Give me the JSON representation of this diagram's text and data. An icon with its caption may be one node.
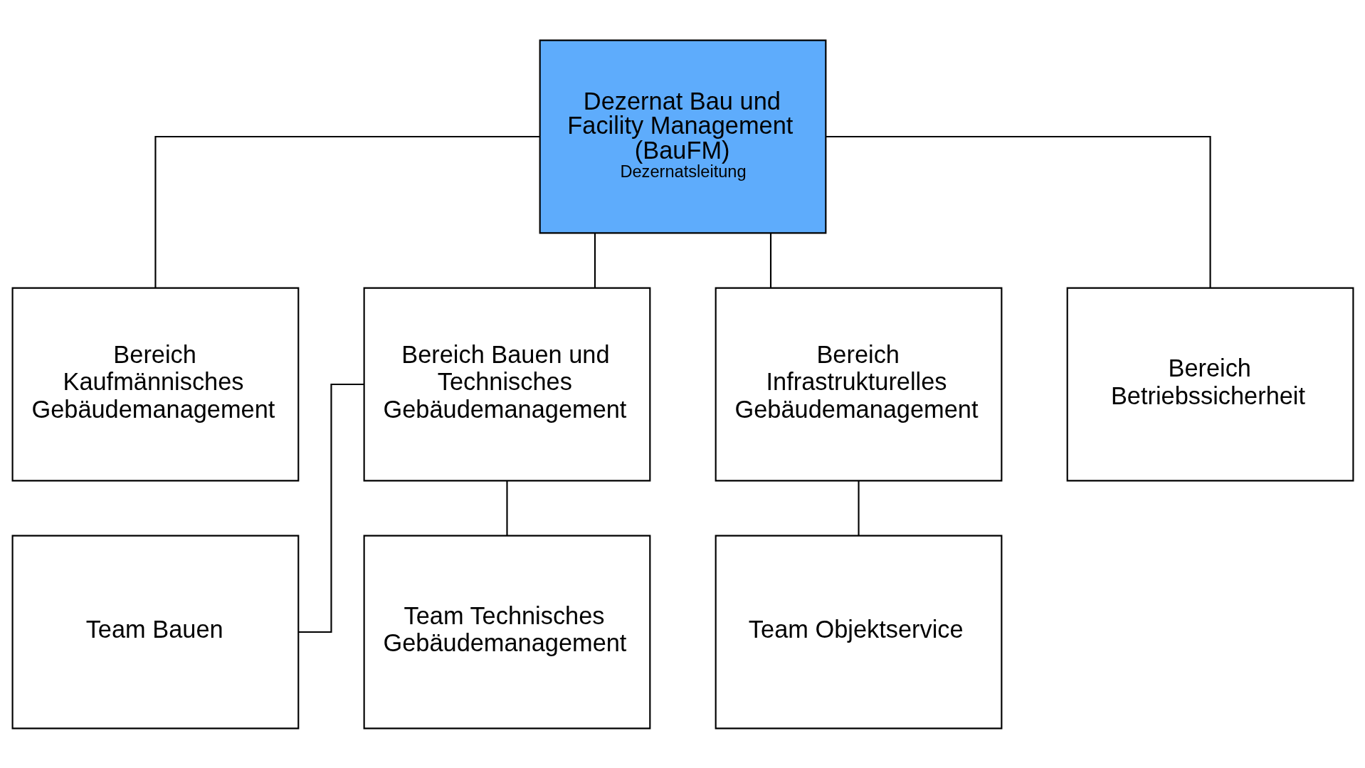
{
  "diagram": {
    "nodes": [
      {
        "text": [
          "Dezernat Bau und Facility Management (BauFM)",
          "Dezernatsleitung"
        ]
      },
      {
        "text": [
          "Bereich Kaufmännisches Gebäudemanagement"
        ]
      },
      {
        "text": [
          "Bereich Bauen und Technisches Gebäudemanagement"
        ]
      },
      {
        "text": [
          "Bereich Infrastrukturelles Gebäudemanagement"
        ]
      },
      {
        "text": [
          "Bereich Betriebssicherheit"
        ]
      },
      {
        "text": [
          "Team Bauen"
        ]
      },
      {
        "text": [
          "Team Technisches Gebäudemanagement"
        ]
      },
      {
        "text": [
          "Team Objektservice"
        ]
      }
    ],
    "edges": [
      {
        "from": 0,
        "to": 1,
        "arrow": "none"
      },
      {
        "from": 0,
        "to": 2,
        "arrow": "none"
      },
      {
        "from": 0,
        "to": 3,
        "arrow": "none"
      },
      {
        "from": 0,
        "to": 4,
        "arrow": "none"
      },
      {
        "from": 2,
        "to": 5,
        "arrow": "none"
      },
      {
        "from": 2,
        "to": 6,
        "arrow": "none"
      },
      {
        "from": 3,
        "to": 7,
        "arrow": "none"
      }
    ]
  }
}
